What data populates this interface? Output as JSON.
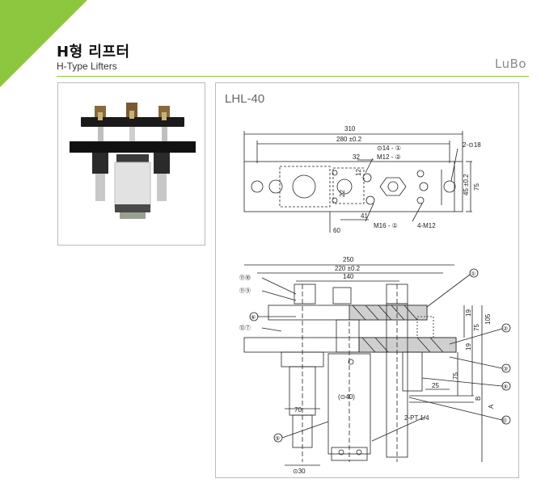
{
  "header": {
    "title_ko": "H형 리프터",
    "title_en": "H-Type Lifters",
    "brand": "LuBo",
    "accent_color": "#8dc63f"
  },
  "drawing": {
    "model": "LHL-40",
    "top_view": {
      "dim_310": "310",
      "dim_280": "280 ±0.2",
      "dim_32": "32",
      "dim_12": "12",
      "dim_14": "⊙14 - ①",
      "dim_m12_2": "M12 - ②",
      "dim_2_18": "2-⊙18",
      "dim_45": "45 ±0.2",
      "dim_75": "75",
      "dim_22": "22",
      "dim_41": "41",
      "dim_60": "60",
      "dim_m16": "M16 - ①",
      "dim_4m12": "4-M12"
    },
    "front_view": {
      "dim_250": "250",
      "dim_220": "220 ±0.2",
      "dim_140": "140",
      "dim_19a": "19",
      "dim_105": "105",
      "dim_75a": "75",
      "dim_19b": "19",
      "dim_75b": "75",
      "dim_25": "25",
      "dim_B": "B",
      "dim_A": "A",
      "dim_40": "(⊙40)",
      "dim_70": "70",
      "dim_pt": "2-PT 1/4",
      "dim_30": "⊙30"
    },
    "callouts": {
      "c1": "①",
      "c2": "②",
      "c3": "③",
      "c4": "④",
      "c5": "⑤",
      "c6": "⑥",
      "c13": "⑬",
      "c1110": "⑪⑩",
      "c119": "⑪⑨",
      "c127": "⑫⑦"
    }
  }
}
